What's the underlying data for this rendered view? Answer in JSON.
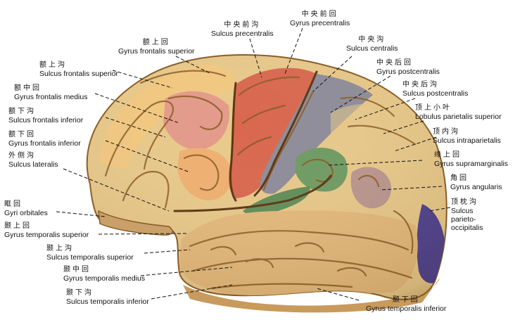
{
  "colors": {
    "background": "#ffffff",
    "brain_base": "#e8c98a",
    "gyrus_frontalis_superior": "#f2c880",
    "gyrus_frontalis_medius": "#e39a8a",
    "gyrus_frontalis_inferior": "#efb070",
    "gyrus_precentralis": "#d9674e",
    "gyrus_postcentralis": "#8d8c99",
    "gyrus_supramarginalis": "#6e9a62",
    "gyrus_angularis": "#b9968f",
    "occipital_pole": "#4b3f8f",
    "temporal_gyri": "#e4b97c"
  },
  "labels": [
    {
      "id": "gyrus-precentralis",
      "cn": "中央前回",
      "la": "Gyrus precentralis"
    },
    {
      "id": "sulcus-precentralis",
      "cn": "中央前沟",
      "la": "Sulcus precentralis"
    },
    {
      "id": "gyrus-frontalis-superior",
      "cn": "额上回",
      "la": "Gyrus frontalis superior"
    },
    {
      "id": "sulcus-centralis",
      "cn": "中央沟",
      "la": "Sulcus centralis"
    },
    {
      "id": "sulcus-frontalis-superior",
      "cn": "额上沟",
      "la": "Sulcus frontalis superior"
    },
    {
      "id": "gyrus-postcentralis",
      "cn": "中央后回",
      "la": "Gyrus postcentralis"
    },
    {
      "id": "gyrus-frontalis-medius",
      "cn": "额中回",
      "la": "Gyrus frontalis medius"
    },
    {
      "id": "sulcus-postcentralis",
      "cn": "中央后沟",
      "la": "Sulcus postcentralis"
    },
    {
      "id": "sulcus-frontalis-inferior",
      "cn": "额下沟",
      "la": "Sulcus frontalis inferior"
    },
    {
      "id": "lobulus-parietalis-superior",
      "cn": "顶上小叶",
      "la": "Lobulus parietalis superior"
    },
    {
      "id": "gyrus-frontalis-inferior",
      "cn": "额下回",
      "la": "Gyrus frontalis inferior"
    },
    {
      "id": "sulcus-intraparietalis",
      "cn": "顶内沟",
      "la": "Sulcus intraparietalis"
    },
    {
      "id": "sulcus-lateralis",
      "cn": "外侧沟",
      "la": "Sulcus lateralis"
    },
    {
      "id": "gyrus-supramarginalis",
      "cn": "缘上回",
      "la": "Gyrus supramarginalis"
    },
    {
      "id": "gyrus-angularis",
      "cn": "角回",
      "la": "Gyrus angularis"
    },
    {
      "id": "gyri-orbitales",
      "cn": "眶回",
      "la": "Gyri orbitales"
    },
    {
      "id": "sulcus-parieto-occipitalis",
      "cn": "顶枕沟",
      "la": "Sulcus parieto-occipitalis"
    },
    {
      "id": "gyrus-temporalis-superior",
      "cn": "颞上回",
      "la": "Gyrus temporalis superior"
    },
    {
      "id": "sulcus-temporalis-superior",
      "cn": "颞上沟",
      "la": "Sulcus temporalis superior"
    },
    {
      "id": "gyrus-temporalis-medius",
      "cn": "颞中回",
      "la": "Gyrus temporalis medius"
    },
    {
      "id": "sulcus-temporalis-inferior",
      "cn": "颞下沟",
      "la": "Sulcus temporalis inferior"
    },
    {
      "id": "gyrus-temporalis-inferior",
      "cn": "颞下回",
      "la": "Gyrus temporalis inferior"
    }
  ]
}
